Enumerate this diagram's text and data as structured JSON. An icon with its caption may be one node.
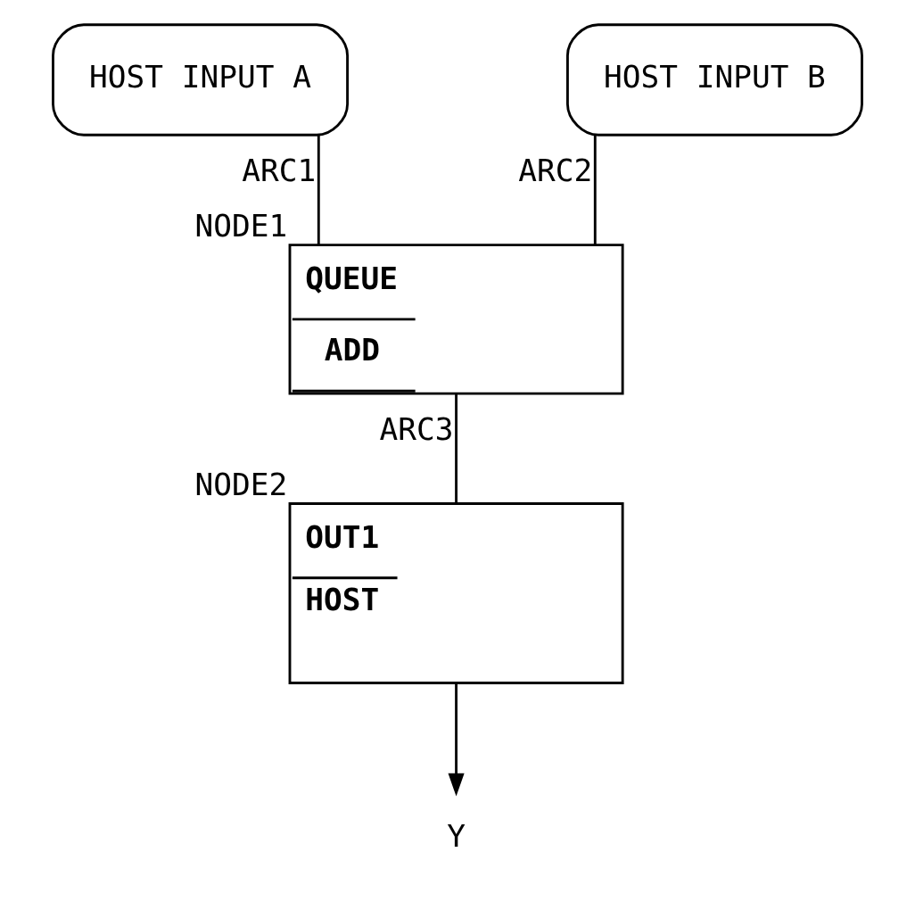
{
  "diagram": {
    "nodes": [
      {
        "text": [
          "HOST INPUT A"
        ]
      },
      {
        "text": [
          "HOST INPUT B"
        ]
      },
      {
        "text": [
          "QUEUE",
          "ADD"
        ],
        "beside": [
          "NODE1"
        ]
      },
      {
        "text": [
          "OUT1",
          "HOST"
        ],
        "beside": [
          "NODE2"
        ]
      },
      {
        "text": [
          "Y"
        ]
      }
    ],
    "edges": [
      {
        "from": 0,
        "to": 2,
        "arrow": "none",
        "label": "ARC1"
      },
      {
        "from": 1,
        "to": 2,
        "arrow": "none",
        "label": "ARC2"
      },
      {
        "from": 2,
        "to": 3,
        "arrow": "none",
        "label": "ARC3"
      },
      {
        "from": 3,
        "to": 4,
        "arrow": "to"
      }
    ]
  }
}
